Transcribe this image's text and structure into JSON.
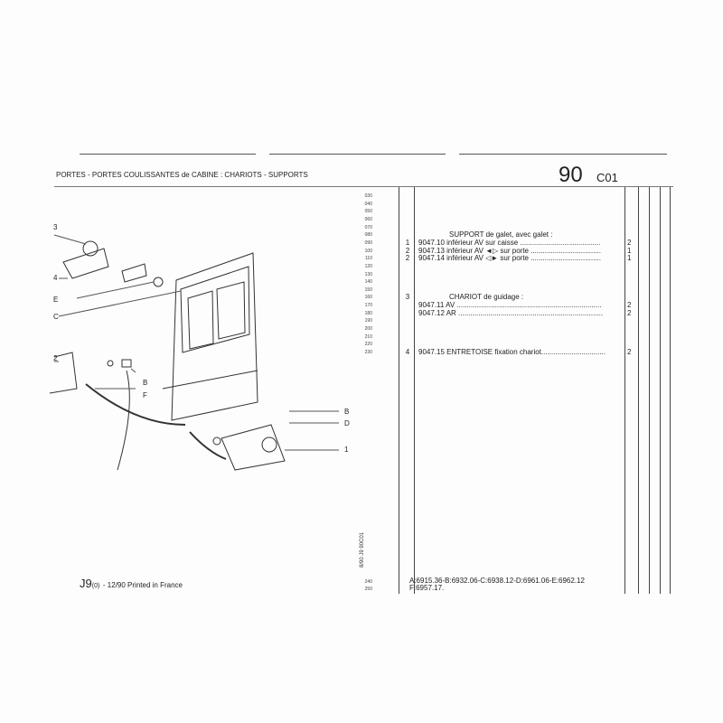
{
  "header": {
    "title_main": "PORTES",
    "title_sub": "- PORTES COULISSANTES de CABINE : CHARIOTS - SUPPORTS",
    "section": "90",
    "subsection": "C01"
  },
  "line_numbers": [
    "030",
    "040",
    "050",
    "060",
    "070",
    "080",
    "090",
    "100",
    "110",
    "120",
    "130",
    "140",
    "150",
    "160",
    "170",
    "180",
    "190",
    "200",
    "210",
    "220",
    "230"
  ],
  "rows": [
    {
      "line": "080",
      "ref": "",
      "text": "SUPPORT de galet, avec galet :",
      "qty": "",
      "indent": true
    },
    {
      "line": "090",
      "ref": "1",
      "text": "9047.10  inférieur AV  sur caisse ........................................",
      "qty": "2"
    },
    {
      "line": "100",
      "ref": "2",
      "text": "9047.13  inférieur AV ◄▷ sur porte ...................................",
      "qty": "1"
    },
    {
      "line": "110",
      "ref": "2",
      "text": "9047.14  inférieur AV ◁► sur porte ...................................",
      "qty": "1"
    },
    {
      "line": "160",
      "ref": "3",
      "text": "CHARIOT de guidage :",
      "qty": "",
      "indent": true
    },
    {
      "line": "170",
      "ref": "",
      "text": "9047.11   AV  ........................................................................",
      "qty": "2"
    },
    {
      "line": "180",
      "ref": "",
      "text": "9047.12   AR  ........................................................................",
      "qty": "2"
    },
    {
      "line": "230",
      "ref": "4",
      "text": "9047.15 ENTRETOISE fixation chariot................................",
      "qty": "2"
    }
  ],
  "footnote": {
    "line1_no": "240",
    "line1": "A:6915.36-B:6932.06-C:6938.12-D:6961.06-E:6962.12",
    "line2_no": "250",
    "line2": "F:6957.17."
  },
  "vertical_code": "8/90  J9  90C01",
  "footer": {
    "code": "J9",
    "edition": "(0)",
    "text": "- 12/90 Printed in France"
  },
  "diagram_labels": [
    "3",
    "4",
    "E",
    "C",
    "2",
    "F",
    "B",
    "B",
    "D",
    "1"
  ]
}
